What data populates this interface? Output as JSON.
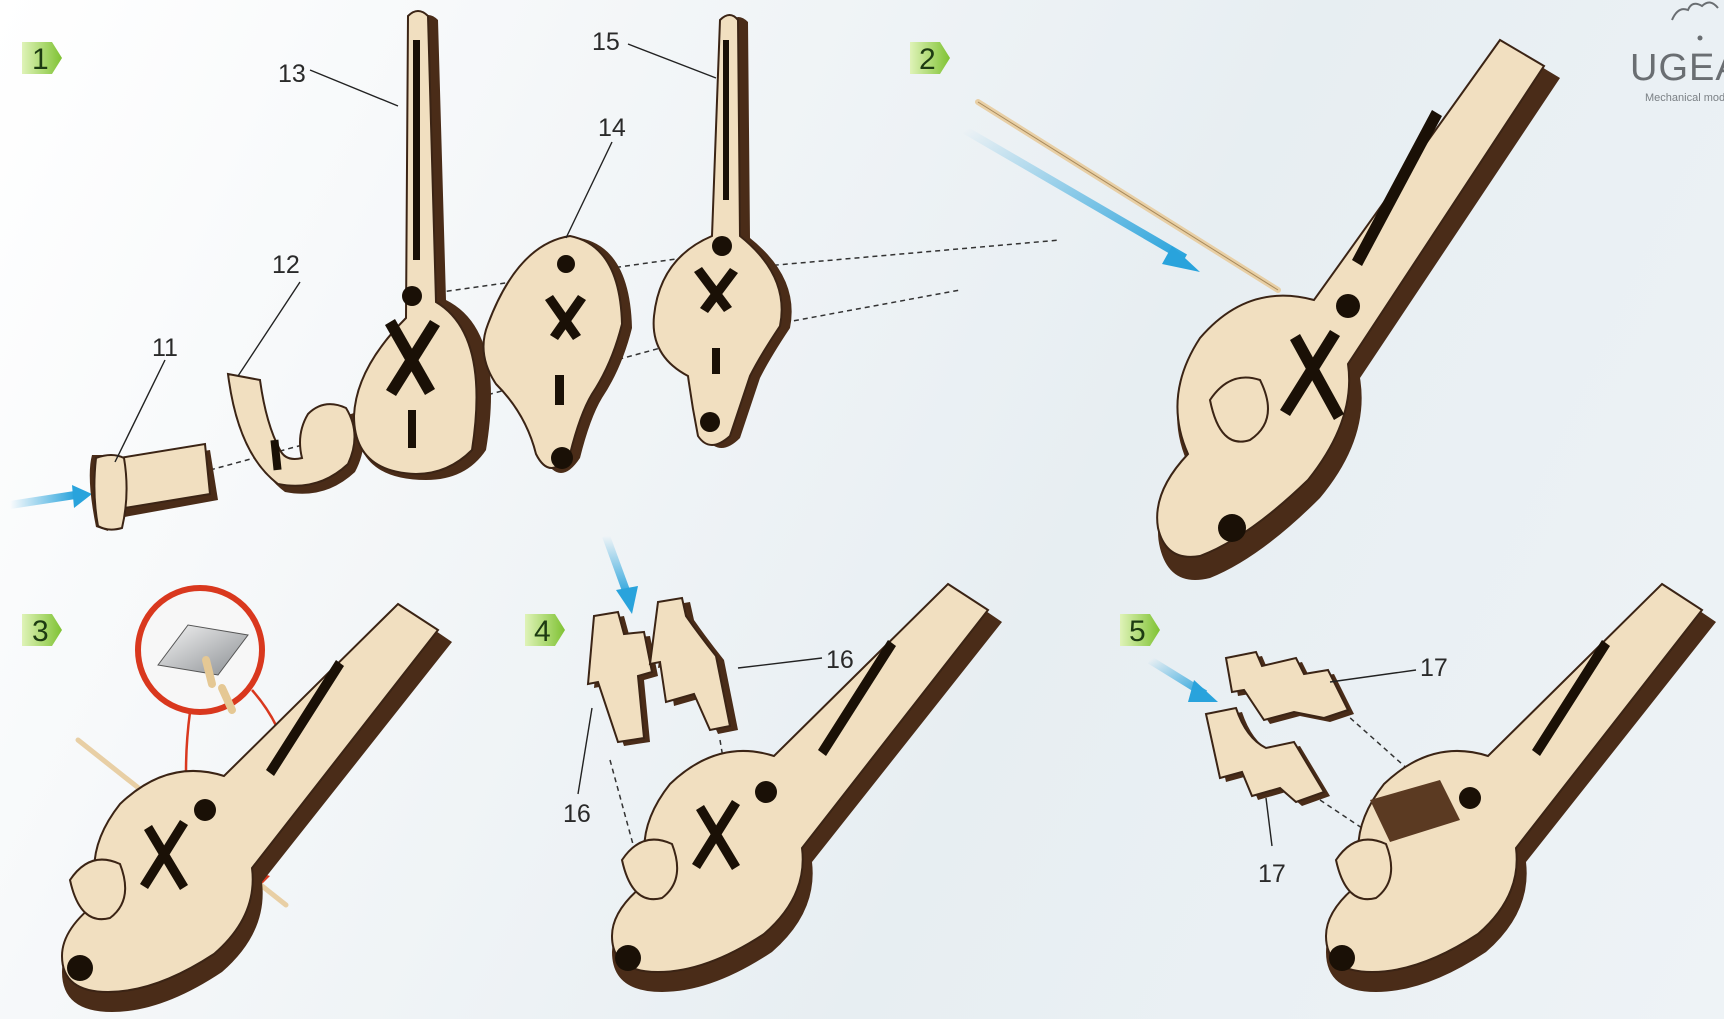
{
  "steps": [
    {
      "number": "1"
    },
    {
      "number": "2"
    },
    {
      "number": "3"
    },
    {
      "number": "4"
    },
    {
      "number": "5"
    }
  ],
  "part_labels": {
    "p11": "11",
    "p12": "12",
    "p13": "13",
    "p14": "14",
    "p15": "15",
    "p16a": "16",
    "p16b": "16",
    "p17a": "17",
    "p17b": "17"
  },
  "logo": {
    "text": "UGEARS",
    "tagline": "Mechanical models"
  },
  "colors": {
    "wood_face": "#f1dfc0",
    "wood_edge": "#4a2c18",
    "arrow_blue": "#29a3dc",
    "step_badge": "#8ecb3c",
    "callout_red": "#d9381e"
  }
}
